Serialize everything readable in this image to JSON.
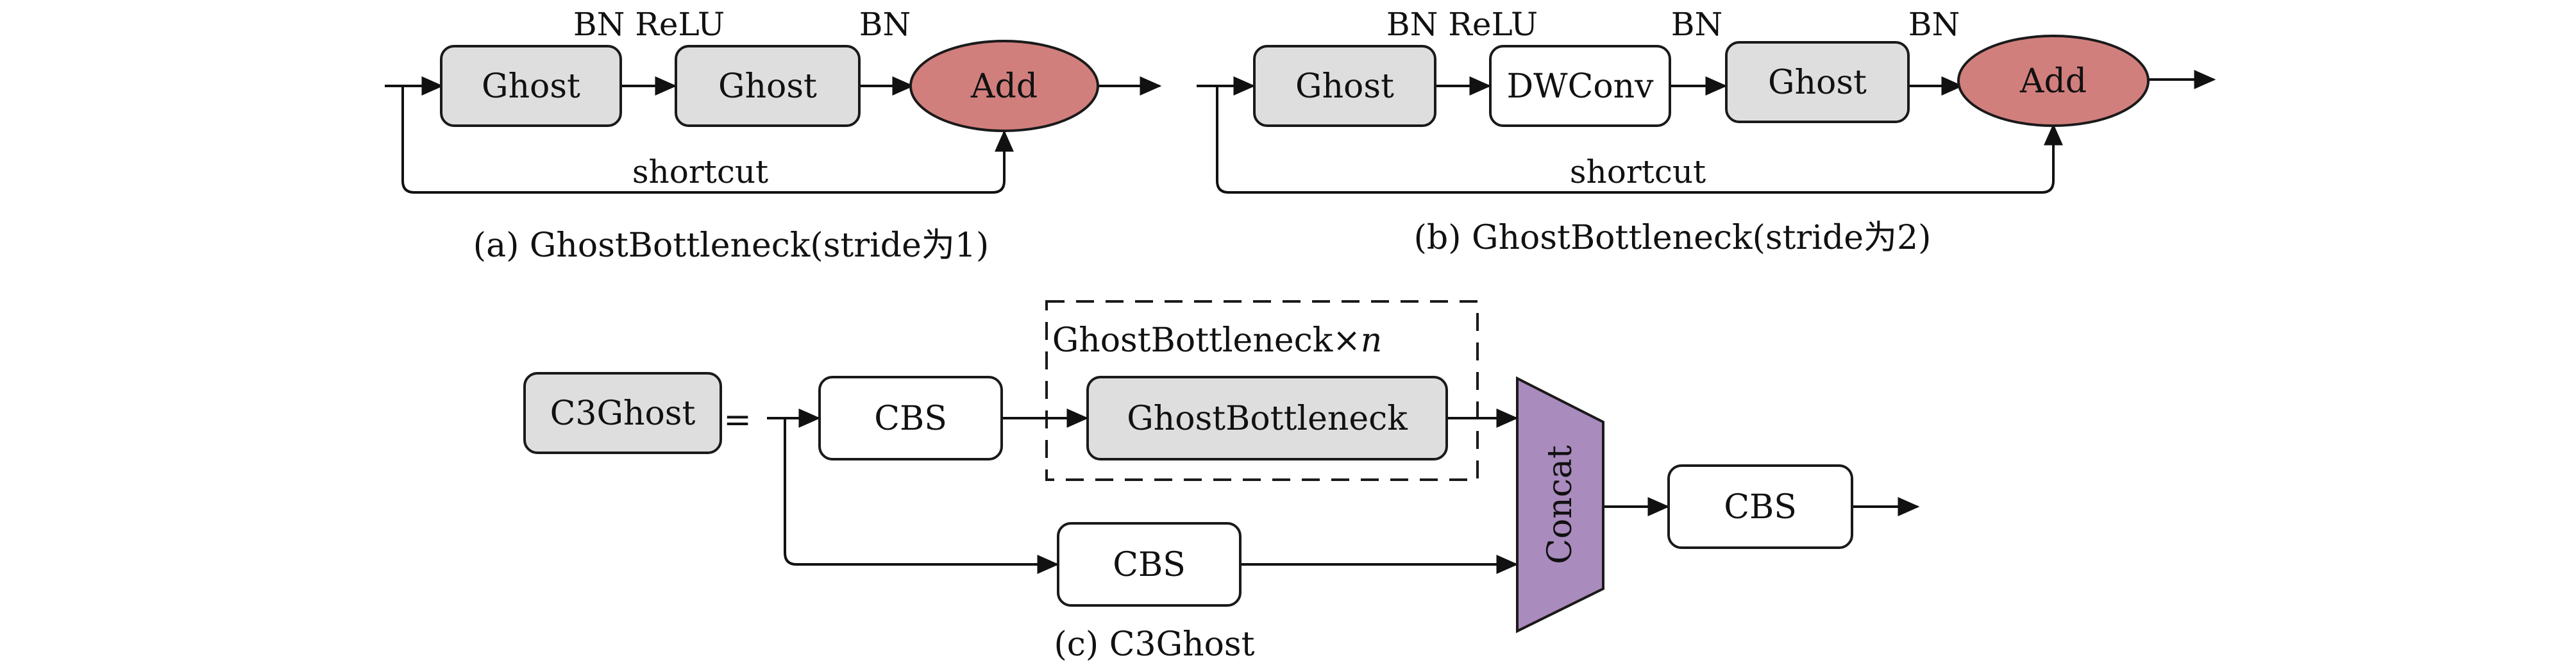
{
  "colors": {
    "ghost_fill": "#dedede",
    "white_fill": "#ffffff",
    "add_fill": "#d17f7d",
    "concat_fill": "#a98bbd",
    "stroke": "#1a1a1a"
  },
  "panel_a": {
    "nodes": {
      "ghost1": "Ghost",
      "ghost2": "Ghost",
      "add": "Add"
    },
    "labels": {
      "bn_relu": "BN ReLU",
      "bn": "BN",
      "shortcut": "shortcut"
    },
    "caption": "(a) GhostBottleneck(stride为1)"
  },
  "panel_b": {
    "nodes": {
      "ghost1": "Ghost",
      "dwconv": "DWConv",
      "ghost2": "Ghost",
      "add": "Add"
    },
    "labels": {
      "bn_relu": "BN ReLU",
      "bn1": "BN",
      "bn2": "BN",
      "shortcut": "shortcut"
    },
    "caption": "(b) GhostBottleneck(stride为2)"
  },
  "panel_c": {
    "c3ghost": "C3Ghost",
    "equals": "=",
    "cbs_top": "CBS",
    "group_label_prefix": "GhostBottleneck×",
    "group_label_var": "n",
    "ghostbottleneck": "GhostBottleneck",
    "cbs_bottom": "CBS",
    "concat": "Concat",
    "cbs_out": "CBS",
    "caption": "(c) C3Ghost"
  }
}
